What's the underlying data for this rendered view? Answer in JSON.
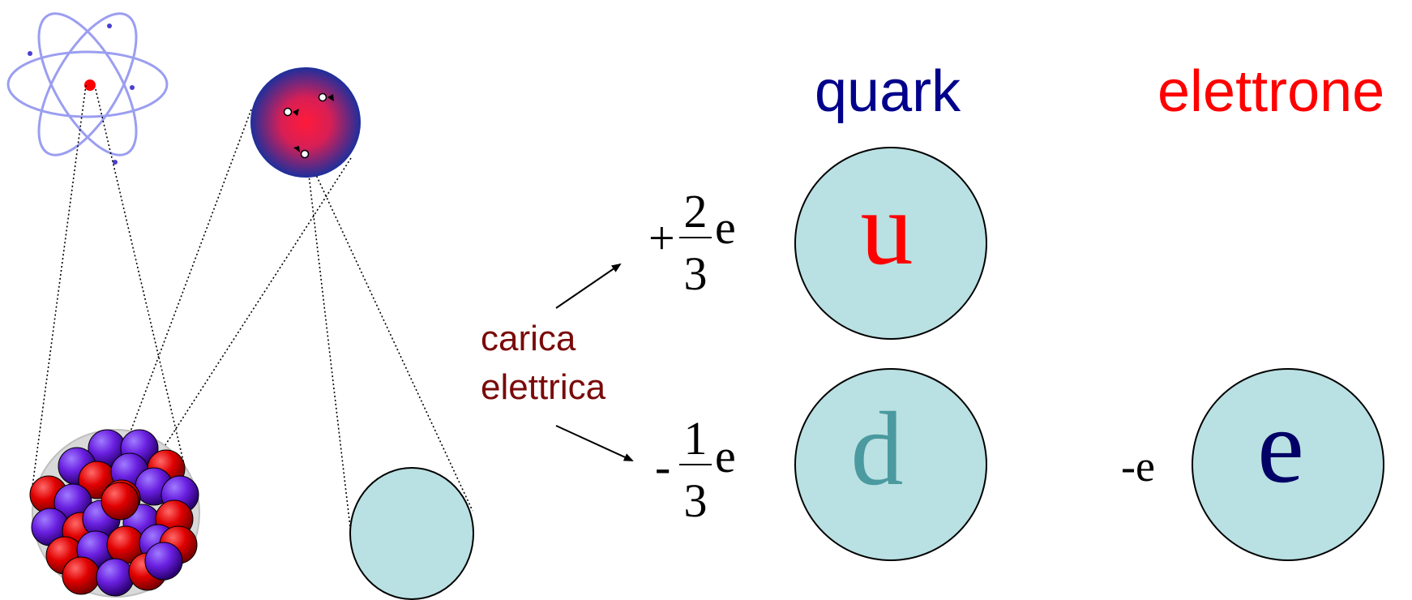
{
  "headings": {
    "quark": "quark",
    "electron": "elettrone"
  },
  "charge_label": {
    "line1": "carica",
    "line2": "elettrica"
  },
  "charges": {
    "up": {
      "sign": "+",
      "numerator": "2",
      "denominator": "3",
      "unit": "e"
    },
    "down": {
      "sign": "-",
      "numerator": "1",
      "denominator": "3",
      "unit": "e"
    },
    "electron": "-e"
  },
  "particles": {
    "up": "u",
    "down": "d",
    "electron": "e"
  },
  "colors": {
    "quark_heading": "#00008b",
    "electron_heading": "#ff0000",
    "charge_label": "#7a0a0a",
    "particle_fill": "#b9e0e2",
    "up_letter": "#ff0000",
    "down_letter": "#4a9aa0",
    "electron_letter": "#000066",
    "proton_red": "#e00000",
    "neutron_purple": "#6a1fe0",
    "orbit": "#9b9ef0"
  }
}
